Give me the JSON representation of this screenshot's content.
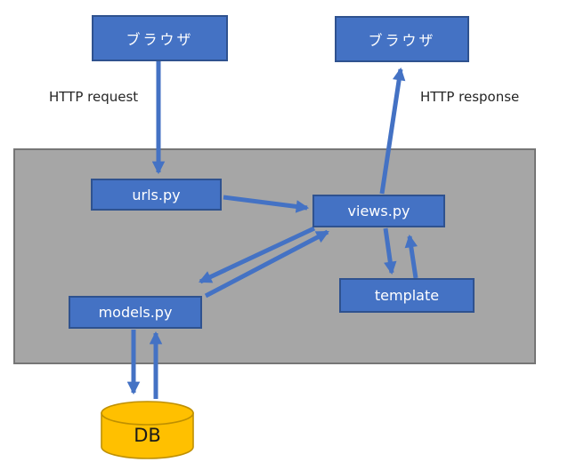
{
  "diagram": {
    "description": "Django MTV request/response flow diagram",
    "nodes": {
      "browser_left": {
        "label": "ブラウザ"
      },
      "browser_right": {
        "label": "ブラウザ"
      },
      "urls": {
        "label": "urls.py"
      },
      "views": {
        "label": "views.py"
      },
      "template": {
        "label": "template"
      },
      "models": {
        "label": "models.py"
      },
      "db": {
        "label": "DB"
      }
    },
    "labels": {
      "http_request": "HTTP request",
      "http_response": "HTTP response"
    },
    "edges": [
      {
        "from": "browser_left",
        "to": "urls",
        "label": "HTTP request"
      },
      {
        "from": "urls",
        "to": "views",
        "label": ""
      },
      {
        "from": "views",
        "to": "browser_right",
        "label": "HTTP response"
      },
      {
        "from": "views",
        "to": "models",
        "label": ""
      },
      {
        "from": "models",
        "to": "views",
        "label": ""
      },
      {
        "from": "views",
        "to": "template",
        "label": ""
      },
      {
        "from": "template",
        "to": "views",
        "label": ""
      },
      {
        "from": "models",
        "to": "db",
        "label": ""
      },
      {
        "from": "db",
        "to": "models",
        "label": ""
      }
    ],
    "colors": {
      "node_fill": "#4472C4",
      "node_border": "#2F528F",
      "node_text": "#FFFFFF",
      "arrow": "#4472C4",
      "framework_bg": "#A6A6A6",
      "framework_border": "#767676",
      "db_fill": "#FFC000",
      "db_border": "#BF9000",
      "db_text": "#1A1A1A",
      "edge_label_text": "#262626",
      "page_bg": "#FFFFFF"
    }
  }
}
